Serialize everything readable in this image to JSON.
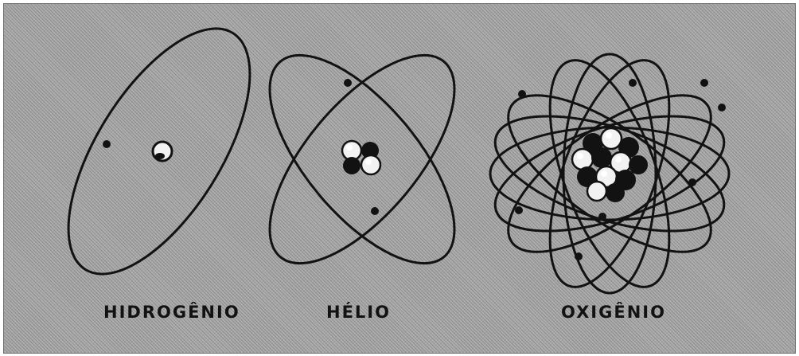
{
  "atoms": [
    {
      "id": "hydrogen",
      "label": "HIDROGÊNIO",
      "orbits": 1,
      "electrons": 1
    },
    {
      "id": "helium",
      "label": "HÉLIO",
      "orbits": 2,
      "electrons": 2
    },
    {
      "id": "oxygen",
      "label": "OXIGÊNIO",
      "orbits": 8,
      "electrons": 8
    }
  ],
  "colors": {
    "background": "#a9a9a9",
    "ink": "#121212",
    "nucleus_light": "#f2f2f2"
  }
}
